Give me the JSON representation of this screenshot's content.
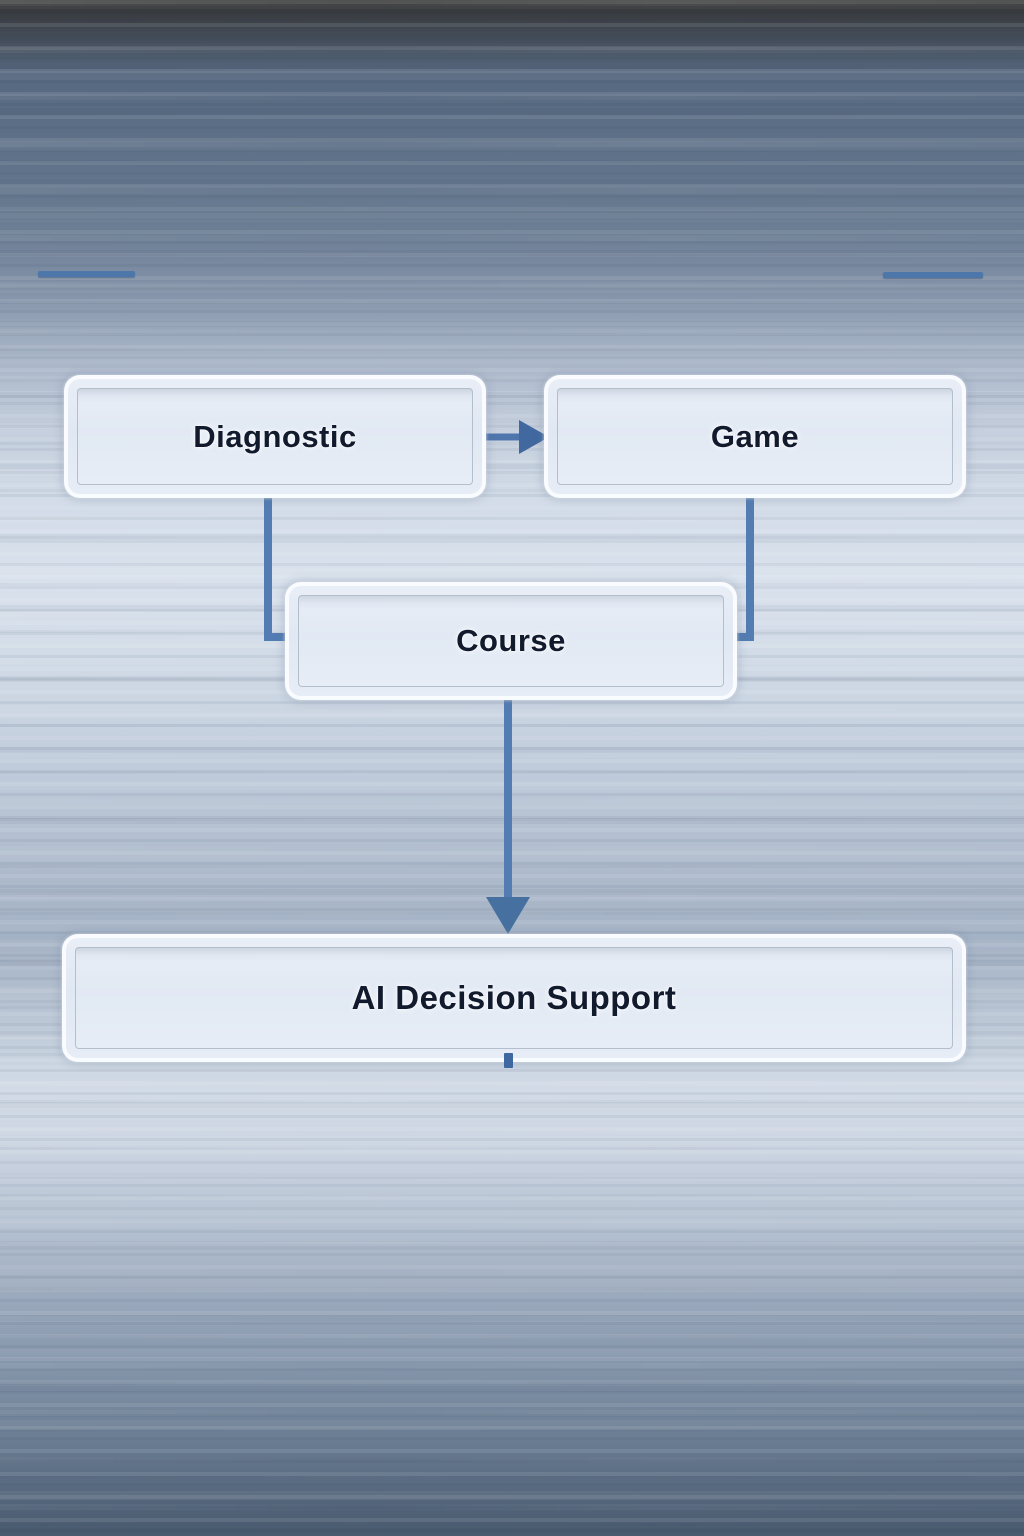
{
  "diagram": {
    "nodes": [
      {
        "id": "diagnostic",
        "label": "Diagnostic"
      },
      {
        "id": "game",
        "label": "Game"
      },
      {
        "id": "course",
        "label": "Course"
      },
      {
        "id": "ai-decision-support",
        "label": "AI Decision Support"
      }
    ],
    "edges": [
      {
        "from": "diagnostic",
        "to": "game",
        "shape": "straight",
        "direction": "right",
        "arrowhead": true
      },
      {
        "from": "diagnostic",
        "to": "course",
        "shape": "elbow",
        "direction": "down-right",
        "arrowhead": false
      },
      {
        "from": "game",
        "to": "course",
        "shape": "elbow",
        "direction": "down-left",
        "arrowhead": false
      },
      {
        "from": "course",
        "to": "ai-decision-support",
        "shape": "straight",
        "direction": "down",
        "arrowhead": true
      }
    ],
    "colors": {
      "node_fill": "#e3eaf5",
      "node_outer_border": "#f8fafd",
      "node_inner_border": "#b4bfcd",
      "label_text": "#121b2e",
      "connector": "#527cb2",
      "connector_dark": "#3e689f",
      "background_top": "#4e5f76",
      "background_light_band": "#d9e1ec",
      "background_bottom": "#4a5b6f"
    }
  }
}
